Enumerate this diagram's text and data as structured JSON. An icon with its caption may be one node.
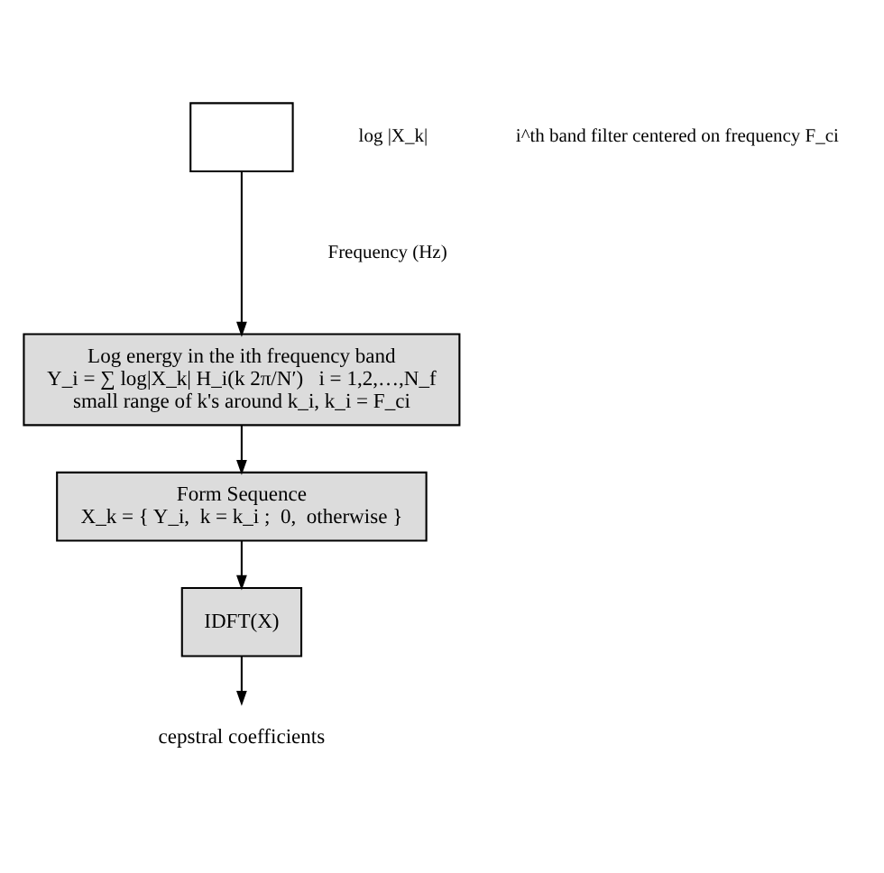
{
  "diagram": {
    "nodes": [
      {
        "text": [],
        "shape": "box"
      },
      {
        "text": [
          "Log energy in the ith frequency band",
          "Y_i = ∑ log|X_k| H_i(k 2π/N′)   i = 1,2,…,N_f",
          "small range of k's around k_i, k_i = F_ci"
        ]
      },
      {
        "text": [
          "Form Sequence",
          "X_k = { Y_i,  k = k_i ;  0,  otherwise }"
        ]
      },
      {
        "text": [
          "IDFT(X)"
        ]
      },
      {
        "text": [
          "cepstral coefficients"
        ]
      }
    ],
    "edges": [
      {
        "from": 0,
        "to": 1,
        "arrow": "to"
      },
      {
        "from": 1,
        "to": 2,
        "arrow": "to"
      },
      {
        "from": 2,
        "to": 3,
        "arrow": "to"
      },
      {
        "from": 3,
        "to": 4,
        "arrow": "to"
      }
    ],
    "labels": [
      "log |X_k|",
      "i^th band filter centered on frequency F_ci",
      "Frequency (Hz)"
    ]
  }
}
